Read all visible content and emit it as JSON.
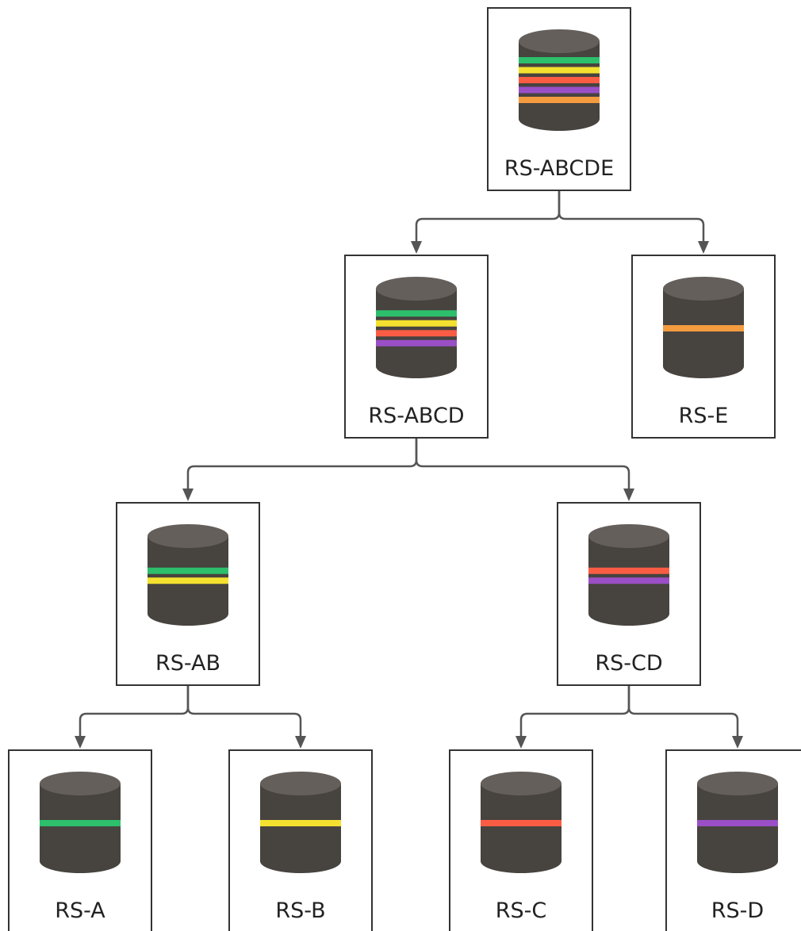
{
  "diagram": {
    "colors": {
      "green": "#2dbf6b",
      "yellow": "#f4e12f",
      "red": "#fb5d44",
      "purple": "#9a4fc6",
      "orange": "#f39b3e",
      "cylinder_body": "#47433f",
      "cylinder_top": "#645f5b",
      "connector": "#555555",
      "box_border": "#333333"
    },
    "nodes": [
      {
        "id": "rs-abcde",
        "label": "RS-ABCDE",
        "icon": "database-cylinder-icon",
        "bands": [
          "green",
          "yellow",
          "red",
          "purple",
          "orange"
        ]
      },
      {
        "id": "rs-abcd",
        "label": "RS-ABCD",
        "icon": "database-cylinder-icon",
        "bands": [
          "green",
          "yellow",
          "red",
          "purple"
        ]
      },
      {
        "id": "rs-e",
        "label": "RS-E",
        "icon": "database-cylinder-icon",
        "bands": [
          "orange"
        ]
      },
      {
        "id": "rs-ab",
        "label": "RS-AB",
        "icon": "database-cylinder-icon",
        "bands": [
          "green",
          "yellow"
        ]
      },
      {
        "id": "rs-cd",
        "label": "RS-CD",
        "icon": "database-cylinder-icon",
        "bands": [
          "red",
          "purple"
        ]
      },
      {
        "id": "rs-a",
        "label": "RS-A",
        "icon": "database-cylinder-icon",
        "bands": [
          "green"
        ]
      },
      {
        "id": "rs-b",
        "label": "RS-B",
        "icon": "database-cylinder-icon",
        "bands": [
          "yellow"
        ]
      },
      {
        "id": "rs-c",
        "label": "RS-C",
        "icon": "database-cylinder-icon",
        "bands": [
          "red"
        ]
      },
      {
        "id": "rs-d",
        "label": "RS-D",
        "icon": "database-cylinder-icon",
        "bands": [
          "purple"
        ]
      }
    ],
    "edges": [
      {
        "from": "rs-abcde",
        "to": [
          "rs-abcd",
          "rs-e"
        ]
      },
      {
        "from": "rs-abcd",
        "to": [
          "rs-ab",
          "rs-cd"
        ]
      },
      {
        "from": "rs-ab",
        "to": [
          "rs-a",
          "rs-b"
        ]
      },
      {
        "from": "rs-cd",
        "to": [
          "rs-c",
          "rs-d"
        ]
      }
    ]
  }
}
